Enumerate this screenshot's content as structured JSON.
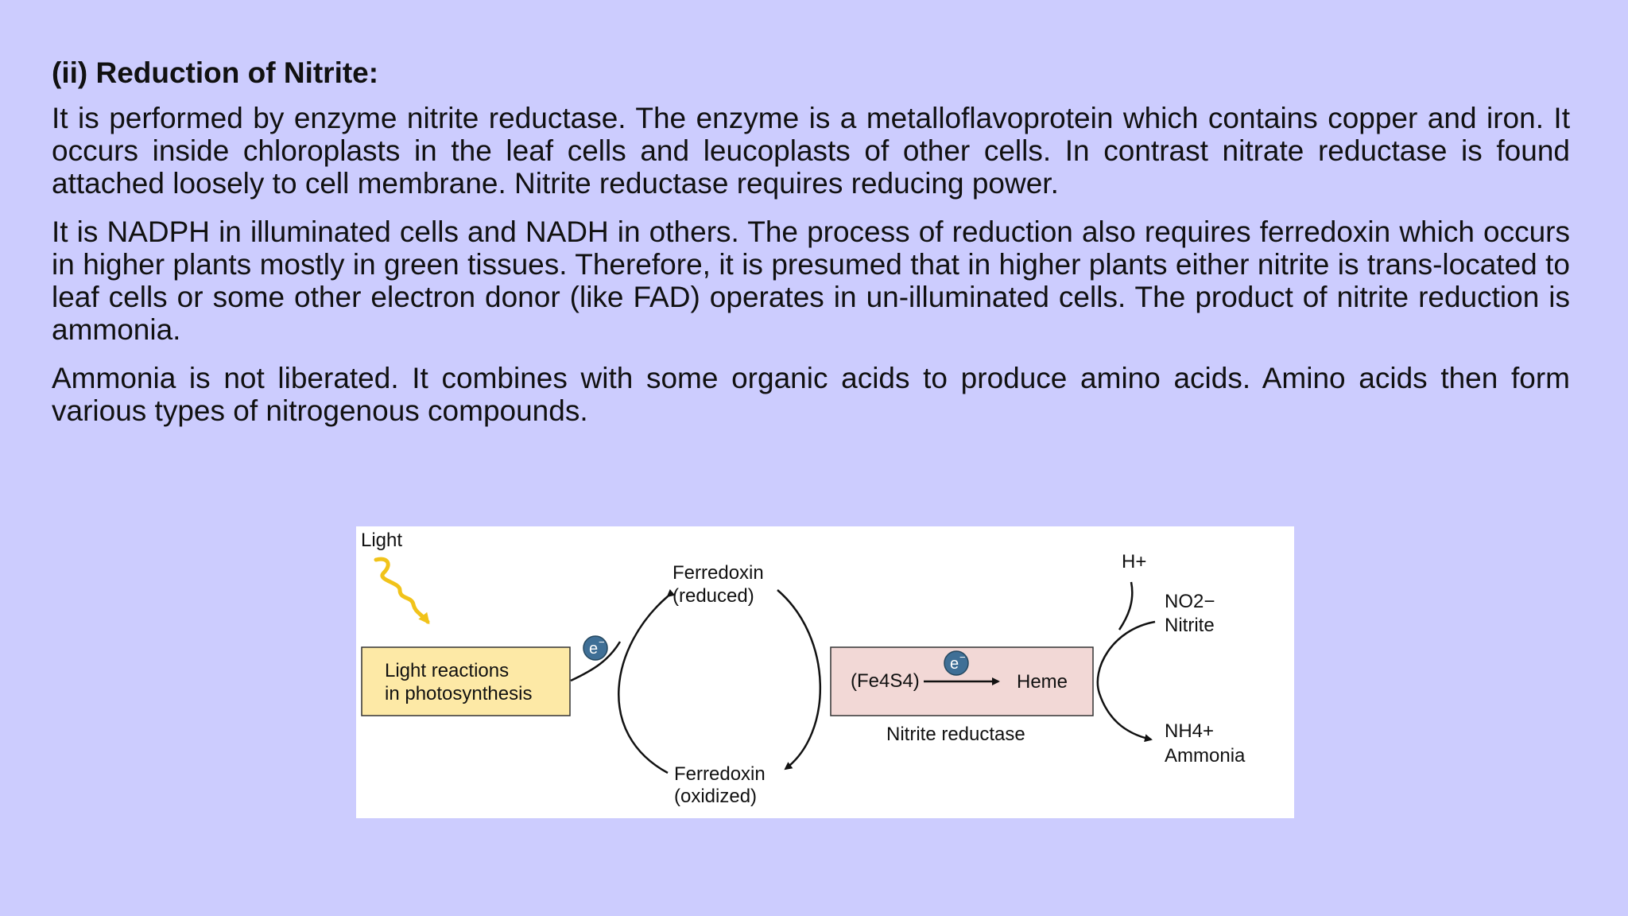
{
  "heading": "(ii) Reduction of Nitrite:",
  "paragraphs": [
    "It is performed by enzyme nitrite reductase. The enzyme is a metalloflavoprotein which contains copper and iron. It occurs inside chloroplasts in the leaf cells and leucoplasts of other cells. In contrast nitrate reductase is found attached loosely to cell membrane. Nitrite reductase requires reducing power.",
    "It is NADPH in illuminated cells and NADH in others. The process of reduction also requires ferredoxin which occurs in higher plants mostly in green tissues. Therefore, it is presumed that in higher plants either nitrite is trans-located to leaf cells or some other electron donor (like FAD) operates in un-illuminated cells. The product of nitrite reduction is ammonia.",
    "Ammonia is not liberated. It combines with some organic acids to produce amino acids. Amino acids then form various types of nitrogenous compounds."
  ],
  "diagram": {
    "light": "Light",
    "light_box": [
      "Light reactions",
      "in photosynthesis"
    ],
    "electron": "e",
    "ferredoxin_reduced": [
      "Ferredoxin",
      "(reduced)"
    ],
    "ferredoxin_oxidized": [
      "Ferredoxin",
      "(oxidized)"
    ],
    "fe4s4": "(Fe4S4)",
    "heme": "Heme",
    "enzyme_label": "Nitrite reductase",
    "proton": "H+",
    "nitrite_formula": "NO2−",
    "nitrite_name": "Nitrite",
    "ammonium_formula": "NH4+",
    "ammonia_name": "Ammonia"
  },
  "colors": {
    "background": "#ccccfe",
    "light_box_fill": "#fde9a6",
    "enzyme_box_fill": "#f2d8d6",
    "light_arrow": "#f1c31a",
    "electron_fill": "#3f6f96"
  }
}
